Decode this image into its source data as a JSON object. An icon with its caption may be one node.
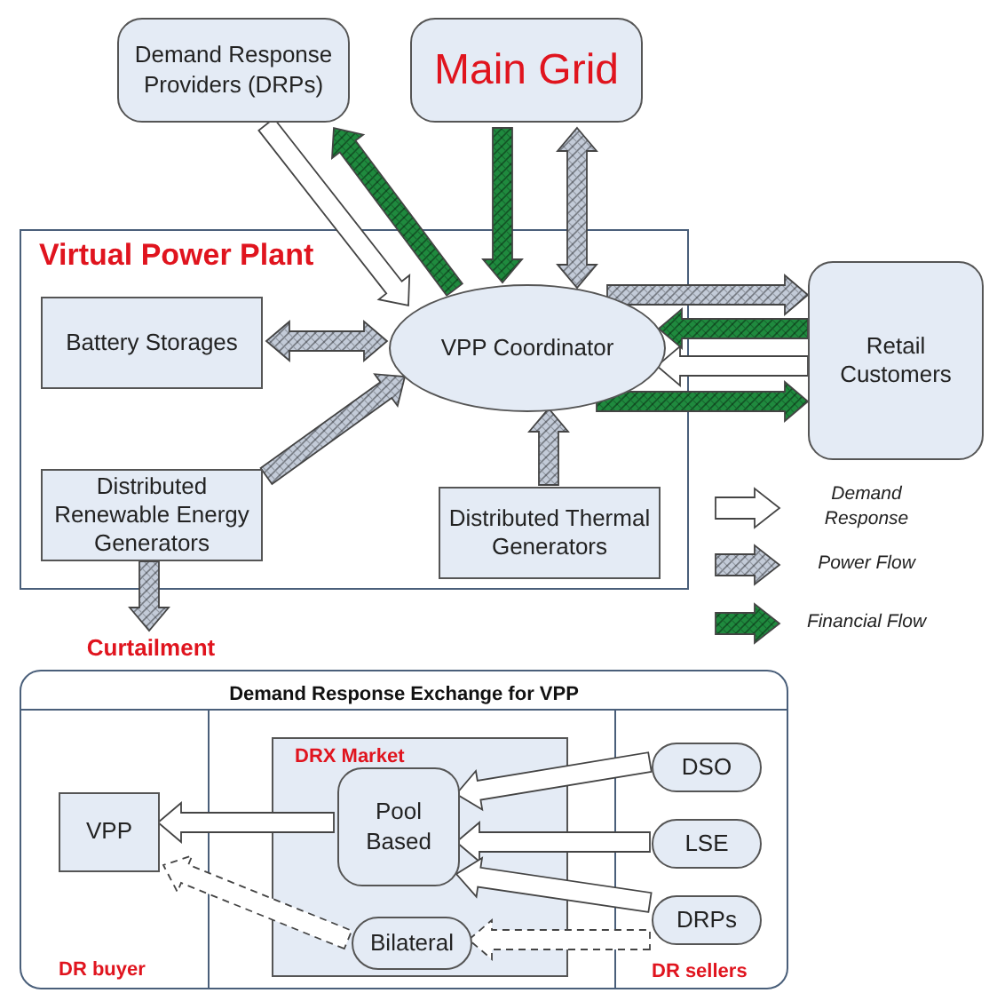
{
  "diagram": {
    "nodes": [
      {
        "text": [
          "Demand Response Providers (DRPs)"
        ]
      },
      {
        "text": [
          "Main Grid"
        ]
      },
      {
        "text": [
          "Virtual Power Plant"
        ]
      },
      {
        "text": [
          "Battery Storages"
        ],
        "in": 2
      },
      {
        "text": [
          "VPP Coordinator"
        ],
        "in": 2
      },
      {
        "text": [
          "Distributed Renewable Energy Generators"
        ],
        "in": 2
      },
      {
        "text": [
          "Distributed Thermal Generators"
        ],
        "in": 2
      },
      {
        "text": [
          "Retail Customers"
        ]
      },
      {
        "text": [
          "Curtailment"
        ]
      },
      {
        "text": [
          "Demand Response Exchange for VPP"
        ]
      },
      {
        "text": [
          "DRX Market"
        ],
        "in": 9
      },
      {
        "text": [
          "VPP"
        ],
        "in": 9
      },
      {
        "text": [
          "Pool Based"
        ],
        "in": 10
      },
      {
        "text": [
          "Bilateral"
        ],
        "in": 10
      },
      {
        "text": [
          "DSO"
        ],
        "in": 9
      },
      {
        "text": [
          "LSE"
        ],
        "in": 9
      },
      {
        "text": [
          "DRPs"
        ],
        "in": 9
      }
    ],
    "edges": [
      {
        "from": 0,
        "to": 4,
        "arrow": "to"
      },
      {
        "from": 4,
        "to": 0,
        "arrow": "to",
        "color": "#1f8a3e"
      },
      {
        "from": 1,
        "to": 4,
        "arrow": "to",
        "color": "#1f8a3e"
      },
      {
        "from": 1,
        "to": 4,
        "arrow": "both",
        "color": "#c3cbd8"
      },
      {
        "from": 4,
        "to": 7,
        "arrow": "to",
        "color": "#c3cbd8"
      },
      {
        "from": 7,
        "to": 4,
        "arrow": "to",
        "color": "#1f8a3e"
      },
      {
        "from": 7,
        "to": 4,
        "arrow": "to"
      },
      {
        "from": 4,
        "to": 7,
        "arrow": "to",
        "color": "#1f8a3e"
      },
      {
        "from": 3,
        "to": 4,
        "arrow": "both",
        "color": "#c3cbd8"
      },
      {
        "from": 5,
        "to": 4,
        "arrow": "to",
        "color": "#c3cbd8"
      },
      {
        "from": 6,
        "to": 4,
        "arrow": "to",
        "color": "#c3cbd8"
      },
      {
        "from": 5,
        "to": 8,
        "arrow": "to",
        "color": "#c3cbd8"
      },
      {
        "from": 12,
        "to": 11,
        "arrow": "to"
      },
      {
        "from": 13,
        "to": 11,
        "arrow": "to",
        "style": "dashed"
      },
      {
        "from": 14,
        "to": 12,
        "arrow": "to"
      },
      {
        "from": 15,
        "to": 12,
        "arrow": "to"
      },
      {
        "from": 16,
        "to": 12,
        "arrow": "to"
      },
      {
        "from": 16,
        "to": 13,
        "arrow": "to",
        "style": "dashed"
      }
    ],
    "labels": [
      "DR buyer",
      "DR sellers"
    ],
    "legend": [
      {
        "text": "Demand Response"
      },
      {
        "text": "Power Flow"
      },
      {
        "text": "Financial Flow"
      }
    ]
  }
}
